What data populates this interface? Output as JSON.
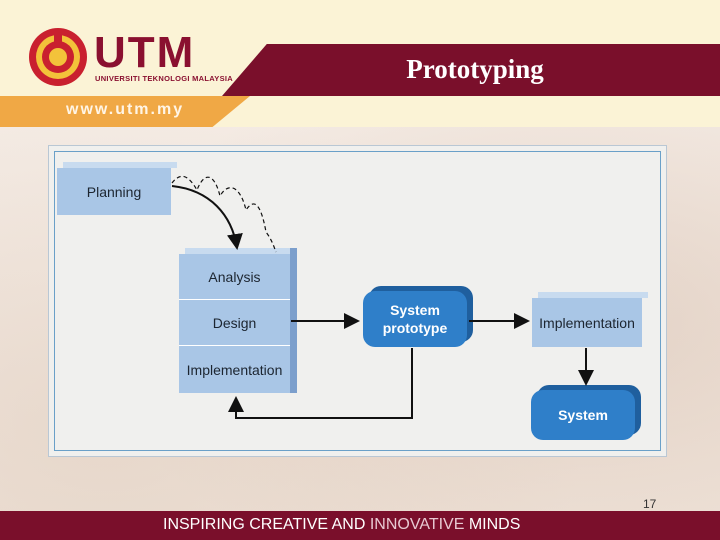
{
  "header": {
    "logo_text": "UTM",
    "logo_subtitle": "UNIVERSITI TEKNOLOGI MALAYSIA",
    "url": "www.utm.my",
    "slide_title": "Prototyping"
  },
  "diagram": {
    "planning": "Planning",
    "analysis": "Analysis",
    "design": "Design",
    "implementation_left": "Implementation",
    "prototype_line1": "System",
    "prototype_line2": "prototype",
    "implementation_right": "Implementation",
    "system": "System"
  },
  "footer": {
    "part1": "INSPIRING CREATIVE AND",
    "part2": "INNOVATIVE",
    "part3": "MINDS",
    "page_number": "17"
  },
  "colors": {
    "brand_maroon": "#7a0f2b",
    "brand_orange": "#f0a845",
    "box_light_blue": "#a9c6e6",
    "box_dark_blue": "#2f7fc9"
  }
}
